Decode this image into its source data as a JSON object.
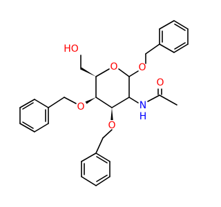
{
  "molecule": {
    "atoms": {
      "oh": {
        "text": "HO",
        "color": "#ff0000"
      },
      "o5": {
        "text": "O",
        "color": "#ff0000"
      },
      "o1": {
        "text": "O",
        "color": "#ff0000"
      },
      "o4": {
        "text": "O",
        "color": "#ff0000"
      },
      "o3": {
        "text": "O",
        "color": "#ff0000"
      },
      "oc": {
        "text": "O",
        "color": "#ff0000"
      },
      "n": {
        "text": "N",
        "color": "#0000ff"
      },
      "h": {
        "text": "H",
        "color": "#0000ff"
      }
    },
    "bond_color": "#000000"
  }
}
